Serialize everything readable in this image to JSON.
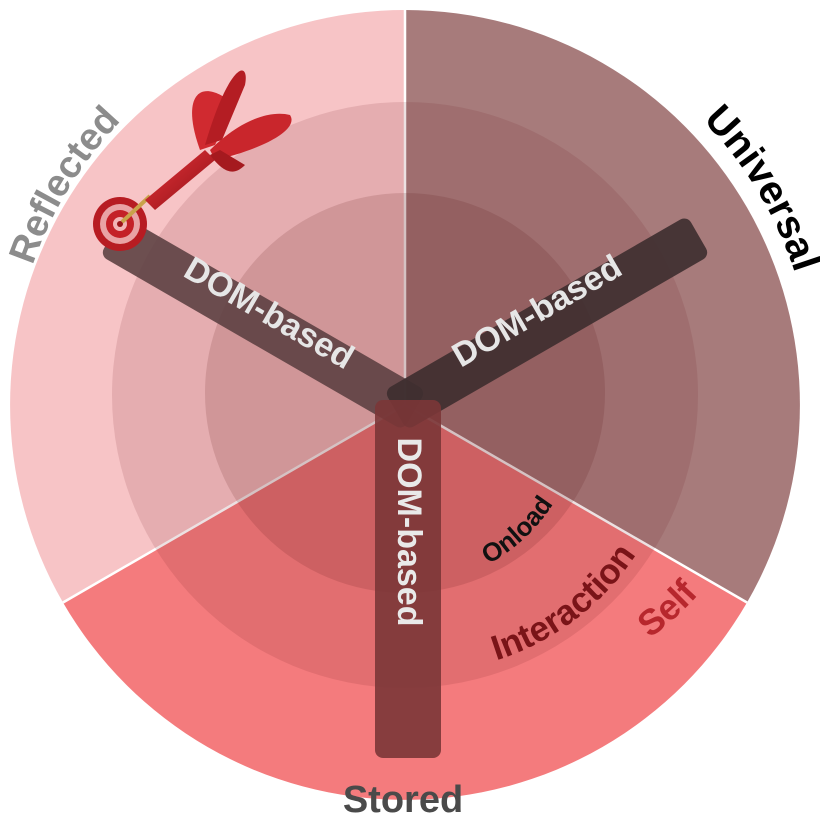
{
  "sectors": {
    "reflected": {
      "label": "Reflected",
      "color": "#f7c4c6",
      "label_color": "#8c8c8c"
    },
    "universal": {
      "label": "Universal",
      "color": "#a77b7b",
      "label_color": "#000000"
    },
    "stored": {
      "label": "Stored",
      "color": "#f47b7d",
      "label_color": "#4a4a4a"
    }
  },
  "bars": {
    "upper_left": {
      "label": "DOM-based",
      "color": "#5a3f40",
      "text_color": "#e6e6e6"
    },
    "upper_right": {
      "label": "DOM-based",
      "color": "#3d2e2f",
      "text_color": "#e6e6e6"
    },
    "bottom": {
      "label": "DOM-based",
      "color": "#7b3637",
      "text_color": "#e9e9e9"
    }
  },
  "rings": {
    "self": {
      "label": "Self",
      "color": "#b7272d"
    },
    "interaction": {
      "label": "Interaction",
      "color": "#7a1418"
    },
    "onload": {
      "label": "Onload",
      "color": "#111111"
    }
  },
  "icons": {
    "target": "dart-target-icon"
  }
}
